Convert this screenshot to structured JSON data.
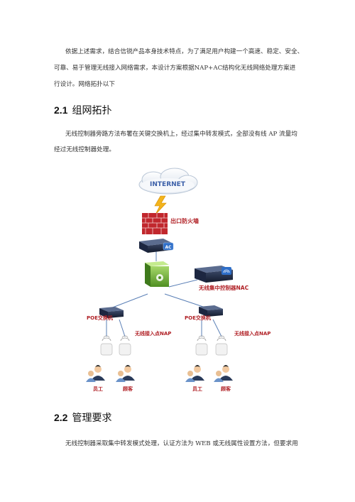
{
  "intro": {
    "line1": "依据上述需求，结合信锐产品本身技术特点，为了满足用户构建一个高速、稳定、安全、",
    "line2": "可靠、易于管理无线接入网络需求，本设计方案根据NAP+AC结构化无线网络处理方案进",
    "line3": "行设计。网络拓扑以下"
  },
  "section1": {
    "number": "2.1",
    "title": "组网拓扑",
    "para_line1": "无线控制器旁路方法布署在关键交换机上，经过集中转发模式，全部没有线 AP 流量均",
    "para_line2": "经过无线控制器处理。"
  },
  "diagram": {
    "internet": "INTERNET",
    "firewall": "出口防火墙",
    "ac_badge": "AC",
    "controller": "无线集中控制器NAC",
    "poe_left": "POE交换机",
    "poe_right": "POE交换机",
    "nap_left": "无线接入点NAP",
    "nap_right": "无线接入点NAP",
    "staff_left": "员工",
    "guest_left": "顾客",
    "staff_right": "员工",
    "guest_right": "顾客"
  },
  "section2": {
    "number": "2.2",
    "title": "管理要求",
    "para_line1": "无线控制器采取集中转发模式处理，认证方法为 WEB 或无线属性设置方法，但要求用"
  }
}
